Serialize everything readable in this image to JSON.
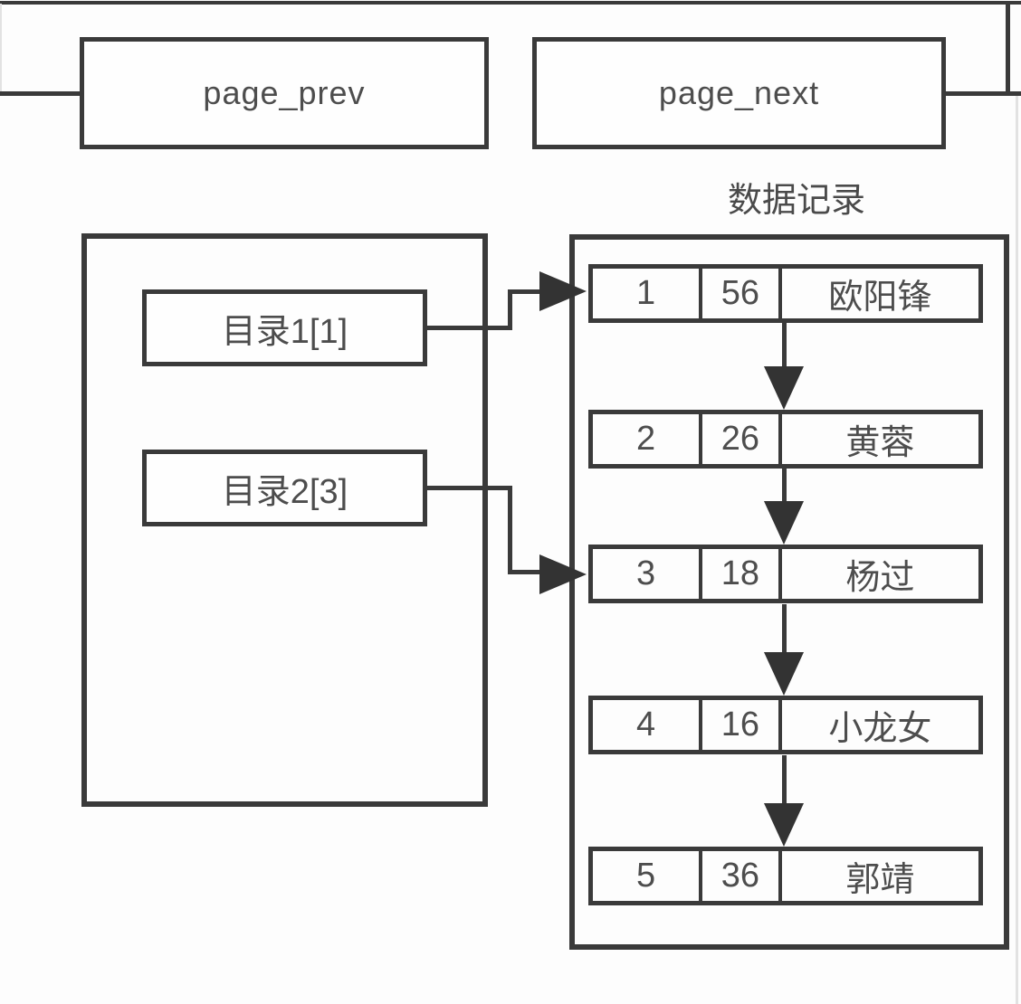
{
  "diagram": {
    "header": {
      "page_prev_label": "page_prev",
      "page_next_label": "page_next"
    },
    "records_title": "数据记录",
    "directory": {
      "slots": [
        {
          "label": "目录1[1]"
        },
        {
          "label": "目录2[3]"
        }
      ]
    },
    "records": [
      {
        "id": "1",
        "key": "56",
        "name": "欧阳锋"
      },
      {
        "id": "2",
        "key": "26",
        "name": "黄蓉"
      },
      {
        "id": "3",
        "key": "18",
        "name": "杨过"
      },
      {
        "id": "4",
        "key": "16",
        "name": "小龙女"
      },
      {
        "id": "5",
        "key": "36",
        "name": "郭靖"
      }
    ],
    "colors": {
      "line": "#3a3a3a",
      "arrow": "#333333",
      "text": "#4d4d4d",
      "background": "#fdfdfd"
    }
  }
}
